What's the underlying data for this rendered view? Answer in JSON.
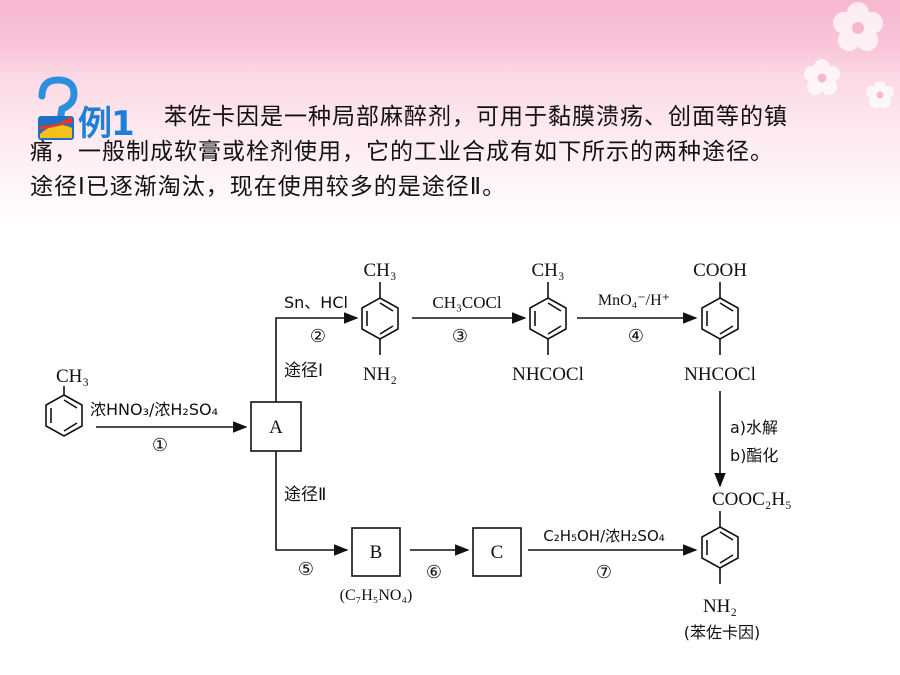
{
  "header": {
    "example_label": "例1",
    "problem_line1": "苯佐卡因是一种局部麻醉剂，可用于黏膜溃疡、创面等的镇",
    "problem_line2": "痛，一般制成软膏或栓剂使用，它的工业合成有如下所示的两种途径。",
    "problem_line3": "途径Ⅰ已逐渐淘汰，现在使用较多的是途径Ⅱ。"
  },
  "scheme": {
    "toluene_sub": "CH₃",
    "reagent1": "浓HNO₃/浓H₂SO₄",
    "step1": "①",
    "box_a": "A",
    "route1": "途径Ⅰ",
    "route2": "途径Ⅱ",
    "reagent2": "Sn、HCl",
    "step2": "②",
    "c1_top": "CH₃",
    "c1_bottom": "NH₂",
    "reagent3": "CH₃COCl",
    "step3": "③",
    "c2_top": "CH₃",
    "c2_bottom": "NHCOCl",
    "reagent4": "MnO₄⁻/H⁺",
    "step4": "④",
    "c3_top": "COOH",
    "c3_bottom": "NHCOCl",
    "reagent5a": "a)水解",
    "reagent5b": "b)酯化",
    "step5": "⑤",
    "box_b": "B",
    "b_formula": "(C₇H₅NO₄)",
    "step6": "⑥",
    "box_c": "C",
    "reagent7": "C₂H₅OH/浓H₂SO₄",
    "step7": "⑦",
    "product_top": "COOC₂H₅",
    "product_bottom": "NH₂",
    "product_name": "(苯佐卡因)"
  }
}
